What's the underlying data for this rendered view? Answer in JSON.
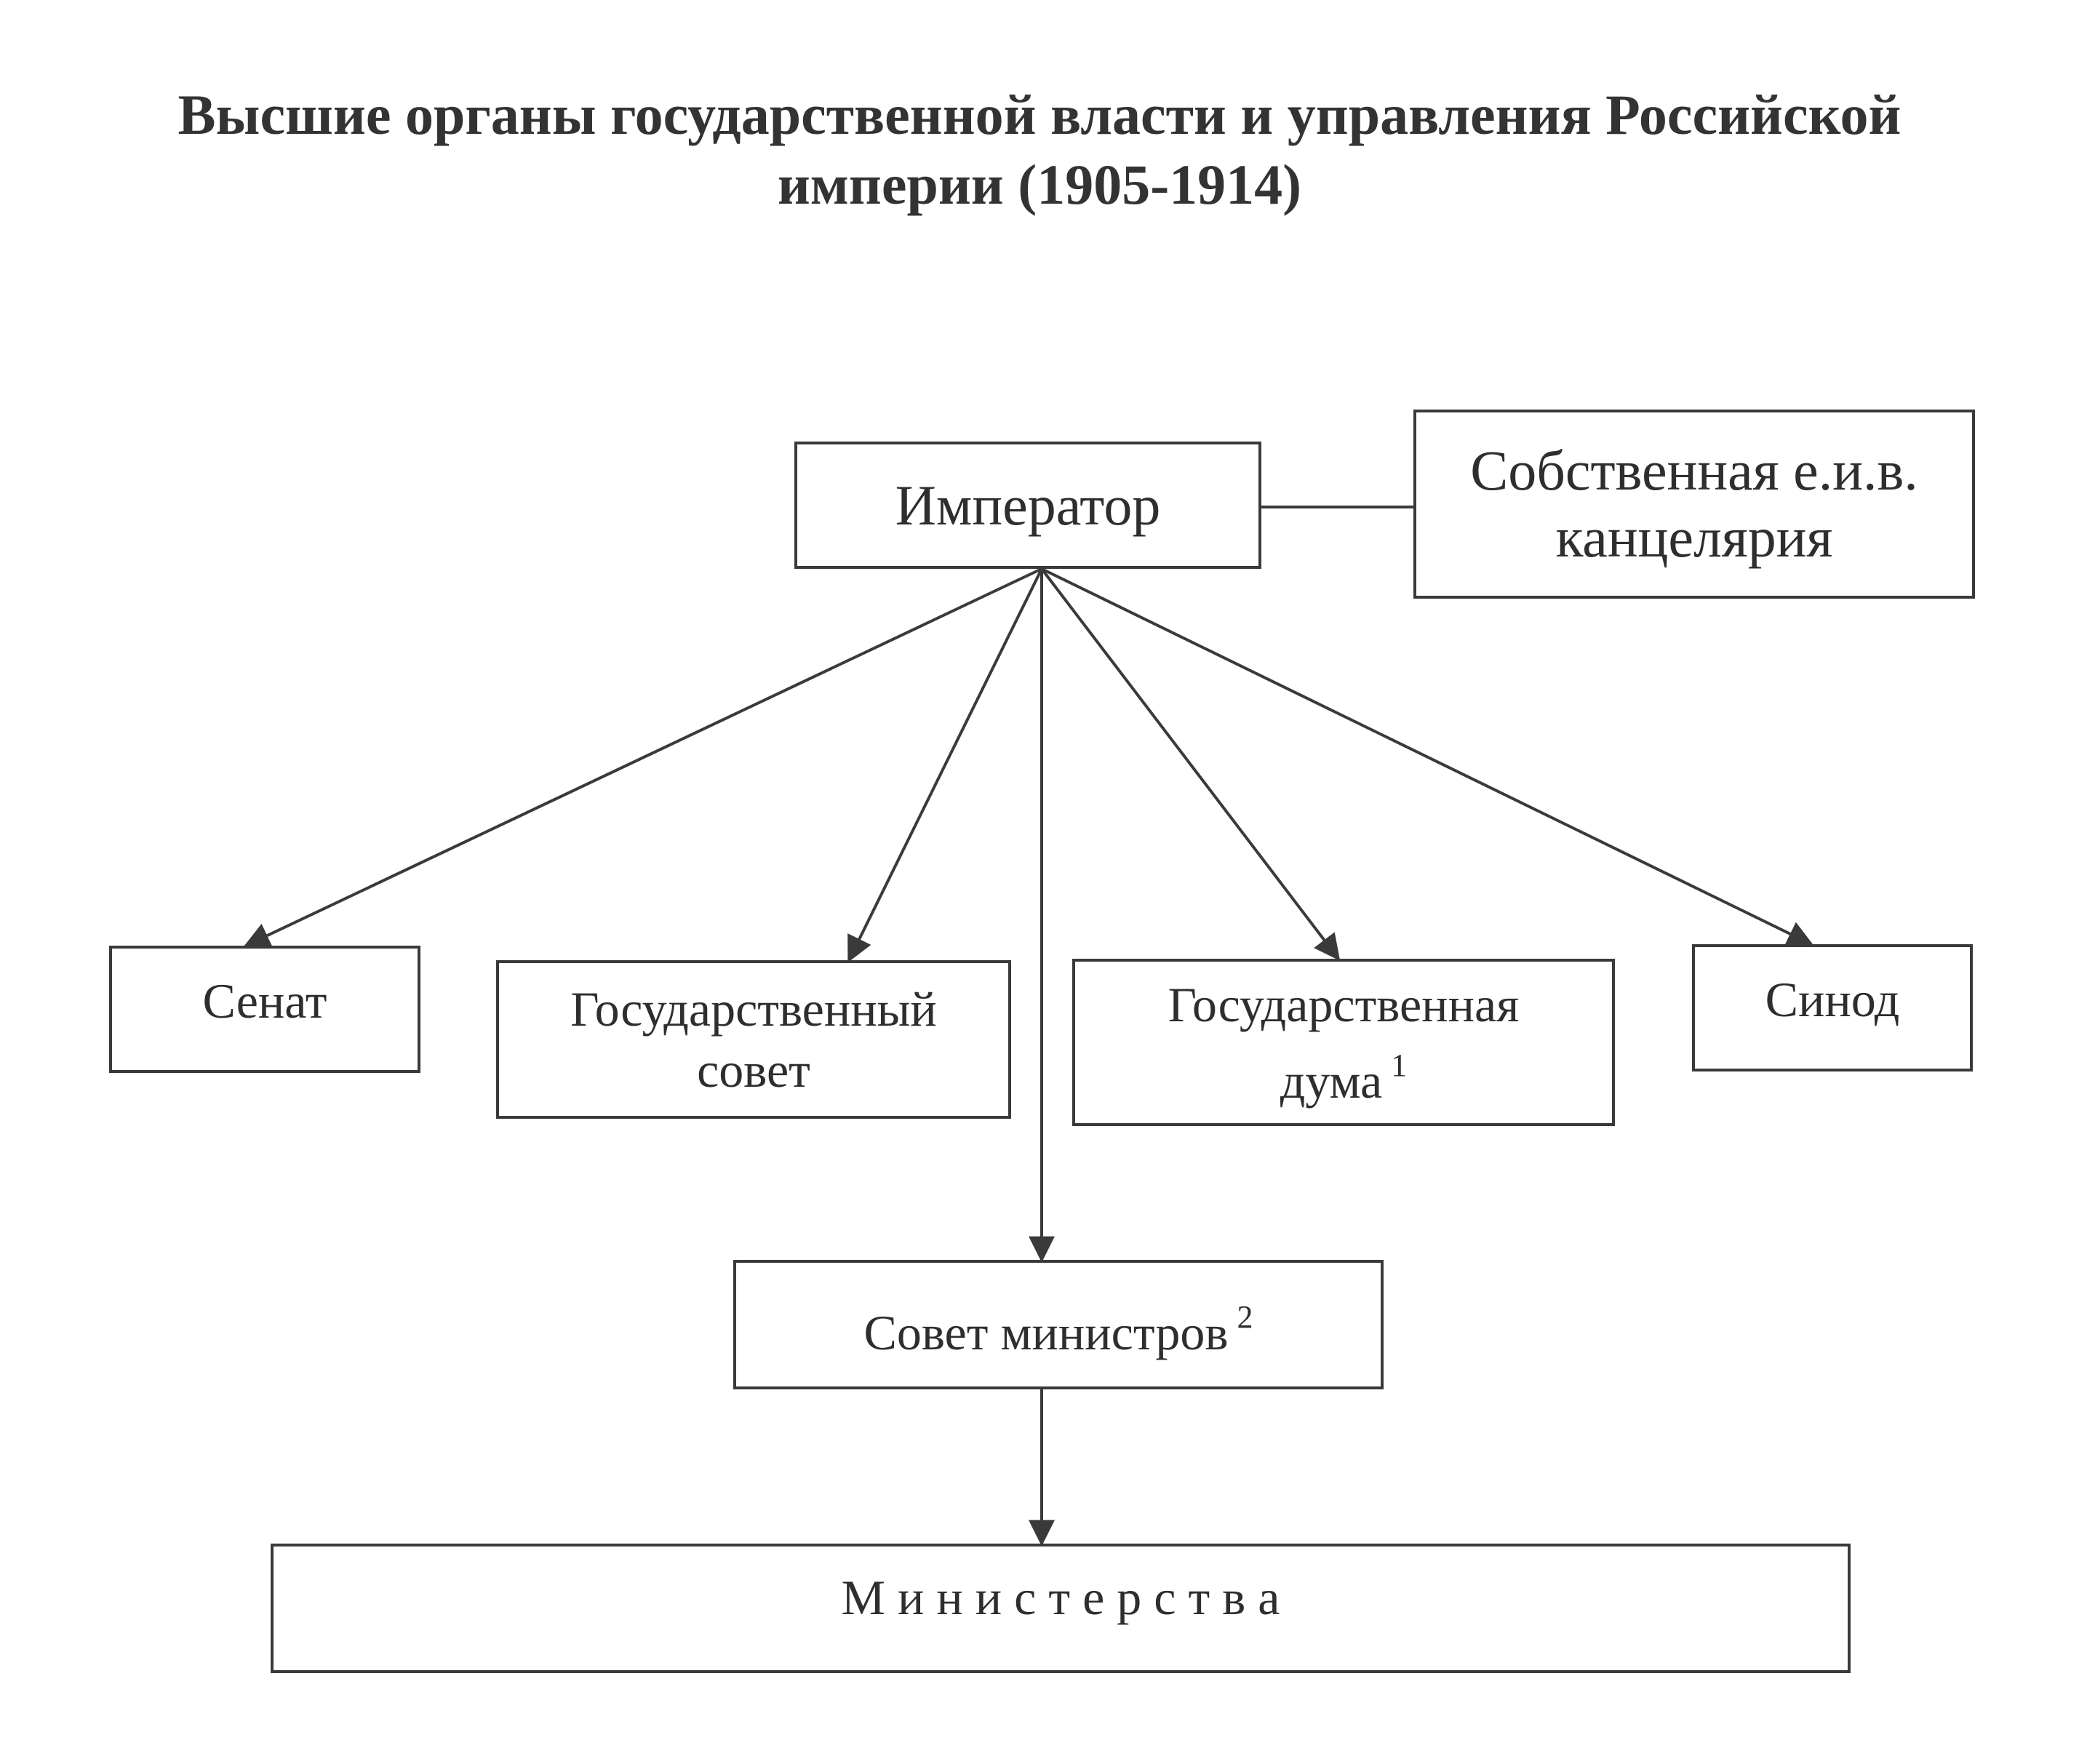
{
  "title": {
    "line1": "Высшие органы государственной власти и управления Российской",
    "line2": "империи (1905-1914)"
  },
  "nodes": {
    "emperor": "Император",
    "chancellery": {
      "line1": "Собственная е.и.в.",
      "line2": "канцелярия"
    },
    "senate": "Сенат",
    "state_council": {
      "line1": "Государственный",
      "line2": "совет"
    },
    "state_duma": {
      "line1": "Государственная",
      "line2": "дума",
      "footnote": "1"
    },
    "synod": "Синод",
    "council_of_ministers": {
      "label": "Совет министров",
      "footnote": "2"
    },
    "ministries": "М и н и с т е р с т в а"
  },
  "colors": {
    "line": "#3a3a3a",
    "text": "#2e2e2e"
  }
}
